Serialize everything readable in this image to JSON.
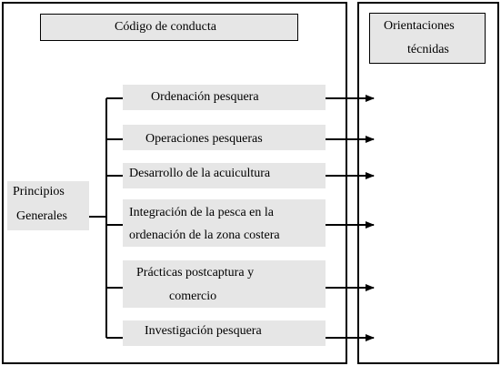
{
  "header": {
    "title": "Código de conducta"
  },
  "guidelines": {
    "line1": "Orientaciones",
    "line2": "técnidas"
  },
  "principles": {
    "line1": "Principios",
    "line2": "Generales"
  },
  "items": [
    {
      "line1": "Ordenación pesquera",
      "line2": ""
    },
    {
      "line1": "Operaciones pesqueras",
      "line2": ""
    },
    {
      "line1": "Desarrollo de la acuicultura",
      "line2": ""
    },
    {
      "line1": "Integración de la pesca en la",
      "line2": "ordenación de la zona costera"
    },
    {
      "line1": "Prácticas postcaptura y",
      "line2": "comercio"
    },
    {
      "line1": "Investigación pesquera",
      "line2": ""
    }
  ],
  "colors": {
    "box_fill": "#e6e6e6",
    "line": "#000000"
  }
}
